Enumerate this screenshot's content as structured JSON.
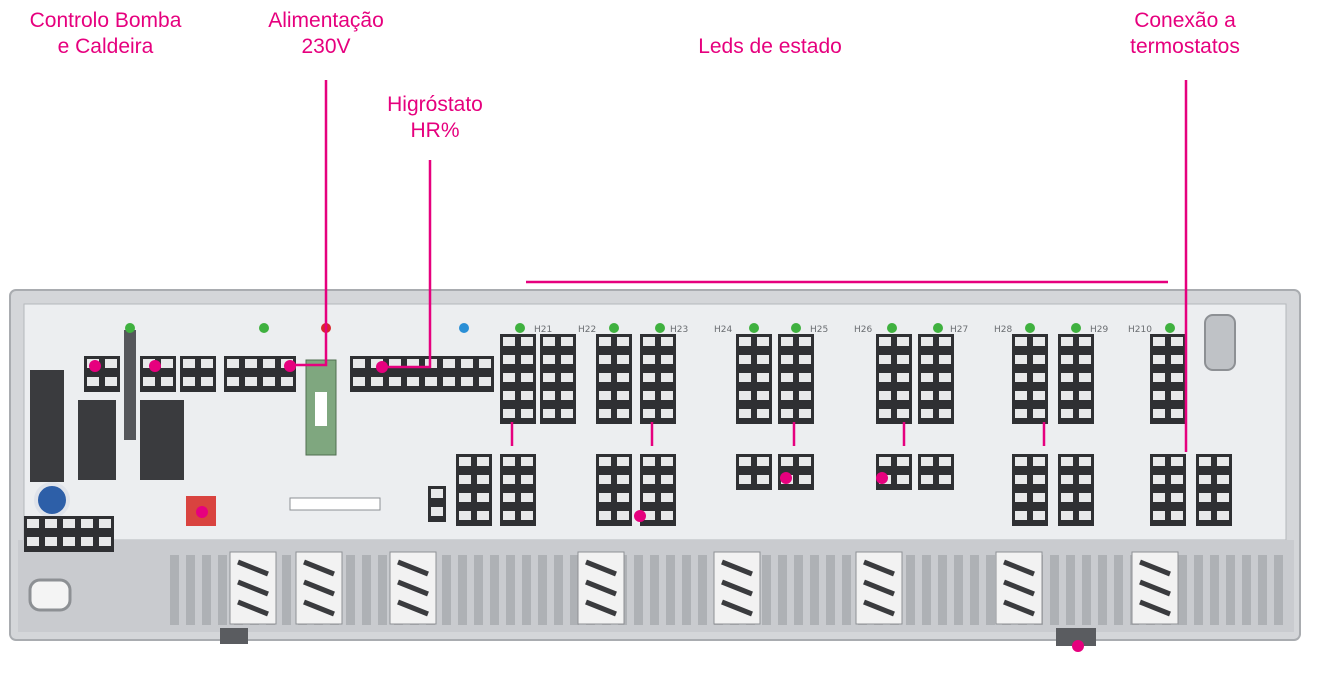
{
  "labels": {
    "pump_boiler": [
      "Controlo Bomba",
      "e Caldeira"
    ],
    "power": [
      "Alimentação",
      "230V"
    ],
    "hygrostat": [
      "Higróstato",
      "HR%"
    ],
    "status_leds": "Leds de estado",
    "thermostats": [
      "Conexão a",
      "termostatos"
    ]
  },
  "colors": {
    "accent": "#e6007e",
    "housing": "#d4d6d9",
    "board": "#eceef0",
    "terminal": "#2f3033",
    "led_green": "#3fb13f",
    "led_red": "#d9262c",
    "led_blue": "#2a8fd6",
    "relay_green": "#7fa77f",
    "dip_red": "#d9433f"
  },
  "zones": [
    "H21",
    "H22",
    "H23",
    "H24",
    "H25",
    "H26",
    "H27",
    "H28",
    "H29",
    "H210"
  ]
}
